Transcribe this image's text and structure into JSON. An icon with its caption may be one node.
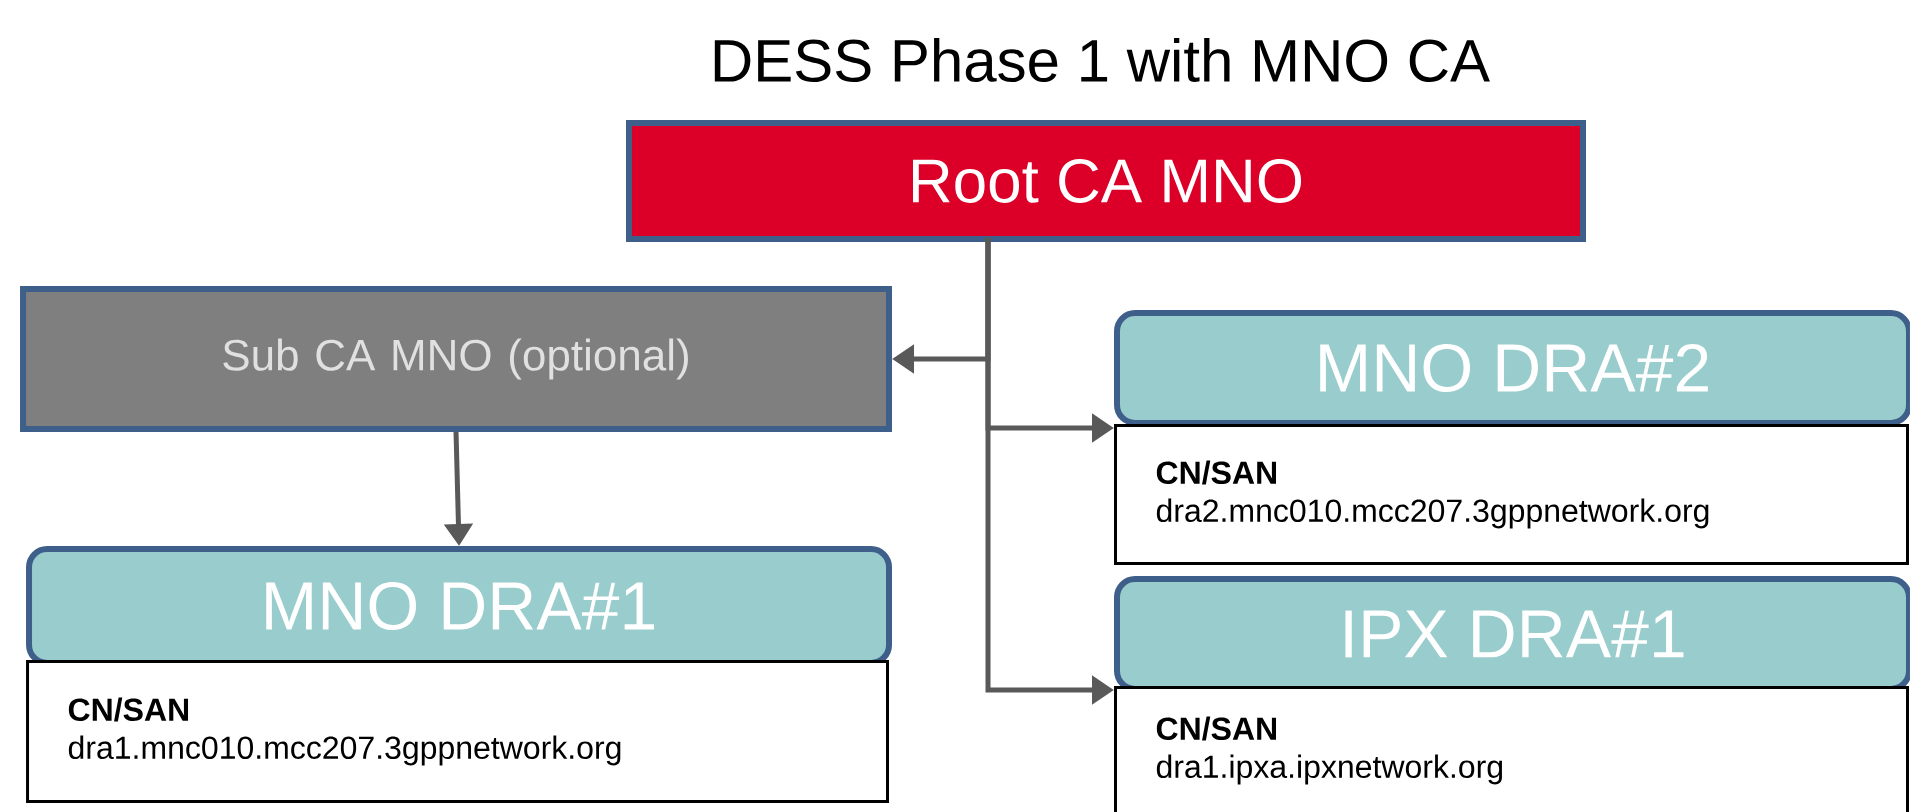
{
  "diagram": {
    "title": "DESS Phase 1 with MNO CA",
    "nodes": [
      {
        "text": [
          "Root CA MNO"
        ]
      },
      {
        "text": [
          "Sub CA MNO (optional)"
        ]
      },
      {
        "text": [
          "MNO DRA#1"
        ]
      },
      {
        "text": [
          "CN/SAN",
          "dra1.mnc010.mcc207.3gppnetwork.org"
        ]
      },
      {
        "text": [
          "MNO DRA#2"
        ]
      },
      {
        "text": [
          "CN/SAN",
          "dra2.mnc010.mcc207.3gppnetwork.org"
        ]
      },
      {
        "text": [
          "IPX DRA#1"
        ]
      },
      {
        "text": [
          "CN/SAN",
          "dra1.ipxa.ipxnetwork.org"
        ]
      }
    ],
    "edges": [
      {
        "from": 0,
        "to": 1,
        "arrow": "to"
      },
      {
        "from": 1,
        "to": 2,
        "arrow": "to"
      },
      {
        "from": 0,
        "to": 5,
        "arrow": "to"
      },
      {
        "from": 0,
        "to": 7,
        "arrow": "to"
      }
    ]
  }
}
